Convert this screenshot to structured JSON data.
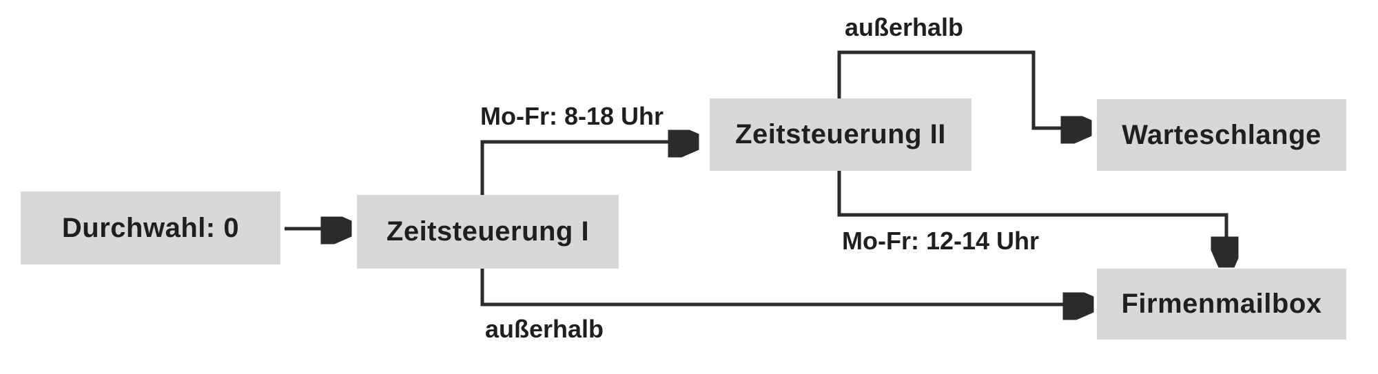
{
  "diagram": {
    "type": "flowchart",
    "nodes": [
      {
        "id": "durchwahl",
        "label": "Durchwahl: 0"
      },
      {
        "id": "zeitsteuerung-1",
        "label": "Zeitsteuerung I"
      },
      {
        "id": "zeitsteuerung-2",
        "label": "Zeitsteuerung II"
      },
      {
        "id": "warteschlange",
        "label": "Warteschlange"
      },
      {
        "id": "firmenmailbox",
        "label": "Firmenmailbox"
      }
    ],
    "edges": [
      {
        "from": "durchwahl",
        "to": "zeitsteuerung-1",
        "label": ""
      },
      {
        "from": "zeitsteuerung-1",
        "to": "zeitsteuerung-2",
        "label": "Mo-Fr: 8-18 Uhr"
      },
      {
        "from": "zeitsteuerung-2",
        "to": "warteschlange",
        "label": "außerhalb"
      },
      {
        "from": "zeitsteuerung-2",
        "to": "firmenmailbox",
        "label": "Mo-Fr: 12-14 Uhr"
      },
      {
        "from": "zeitsteuerung-1",
        "to": "firmenmailbox",
        "label": "außerhalb"
      }
    ],
    "colors": {
      "node_fill": "#d8d8d8",
      "node_text": "#1f1f1f",
      "line": "#2b2b2b",
      "background": "#ffffff"
    }
  }
}
